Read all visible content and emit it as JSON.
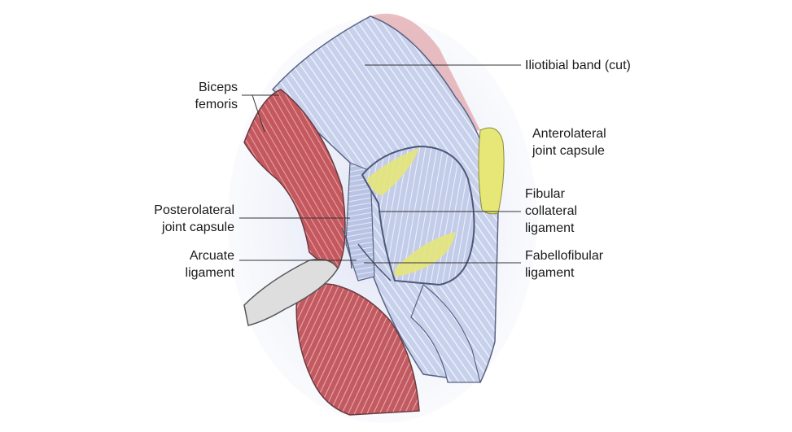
{
  "colors": {
    "background": "#ffffff",
    "muscle": "#c8656a",
    "band": "#c9d2ec",
    "ligament_highlight": "#e6e57a",
    "strap": "#dcdcdc",
    "leader_line": "#333333"
  },
  "labels": {
    "biceps_femoris": [
      "Biceps",
      "femoris"
    ],
    "iliotibial_band": [
      "Iliotibial band (cut)"
    ],
    "anterolateral_capsule": [
      "Anterolateral",
      "joint capsule"
    ],
    "posterolateral_capsule": [
      "Posterolateral",
      "joint capsule"
    ],
    "fibular_collateral": [
      "Fibular",
      "collateral",
      "ligament"
    ],
    "arcuate_ligament": [
      "Arcuate",
      "ligament"
    ],
    "fabellofibular_ligament": [
      "Fabellofibular",
      "ligament"
    ]
  }
}
